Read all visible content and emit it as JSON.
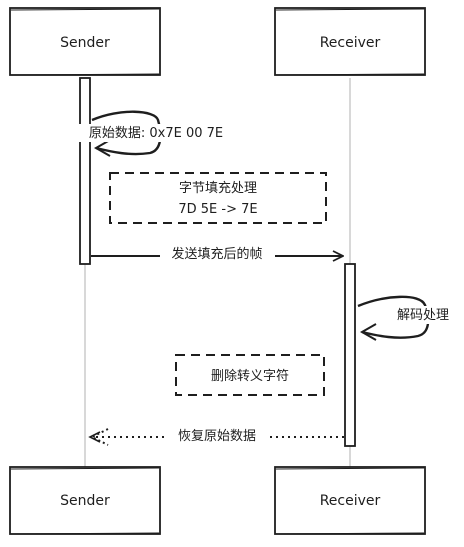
{
  "participants": {
    "sender": {
      "label": "Sender"
    },
    "receiver": {
      "label": "Receiver"
    }
  },
  "messages": {
    "self_original": "原始数据: 0x7E 00 7E",
    "send_frame": "发送填充后的帧",
    "self_decode": "解码处理",
    "restore": "恢复原始数据"
  },
  "notes": {
    "stuffing_title": "字节填充处理",
    "stuffing_detail": "7D 5E -> 7E",
    "remove_escape": "删除转义字符"
  },
  "colors": {
    "stroke": "#1e1e1e",
    "lifeline": "#bfbfbf",
    "activation_fill": "#ffffff"
  }
}
